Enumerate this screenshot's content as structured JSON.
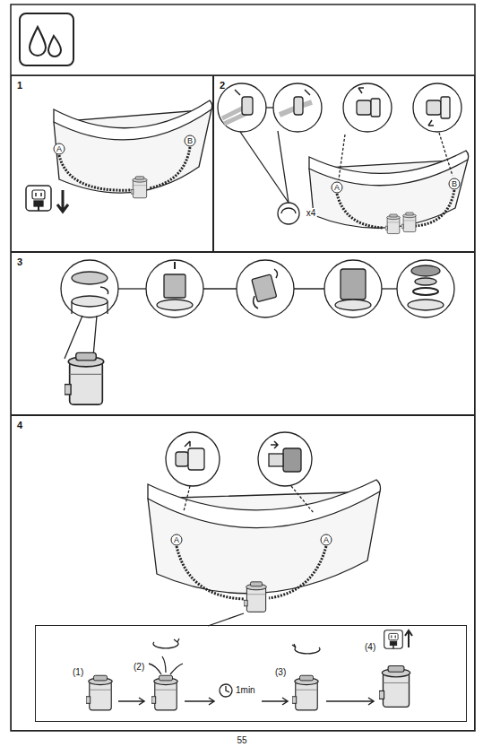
{
  "diagram": {
    "nodes": [
      {
        "text": [
          "1"
        ]
      },
      {
        "text": [
          "2"
        ]
      },
      {
        "text": [
          "3"
        ]
      },
      {
        "text": [
          "4"
        ]
      },
      {
        "text": [
          "(1)",
          "(2)",
          "1min",
          "(3)",
          "(4)"
        ],
        "in": 3
      }
    ],
    "labels": [
      "A",
      "B",
      "x4",
      "A",
      "B",
      "A",
      "A",
      "55"
    ]
  }
}
